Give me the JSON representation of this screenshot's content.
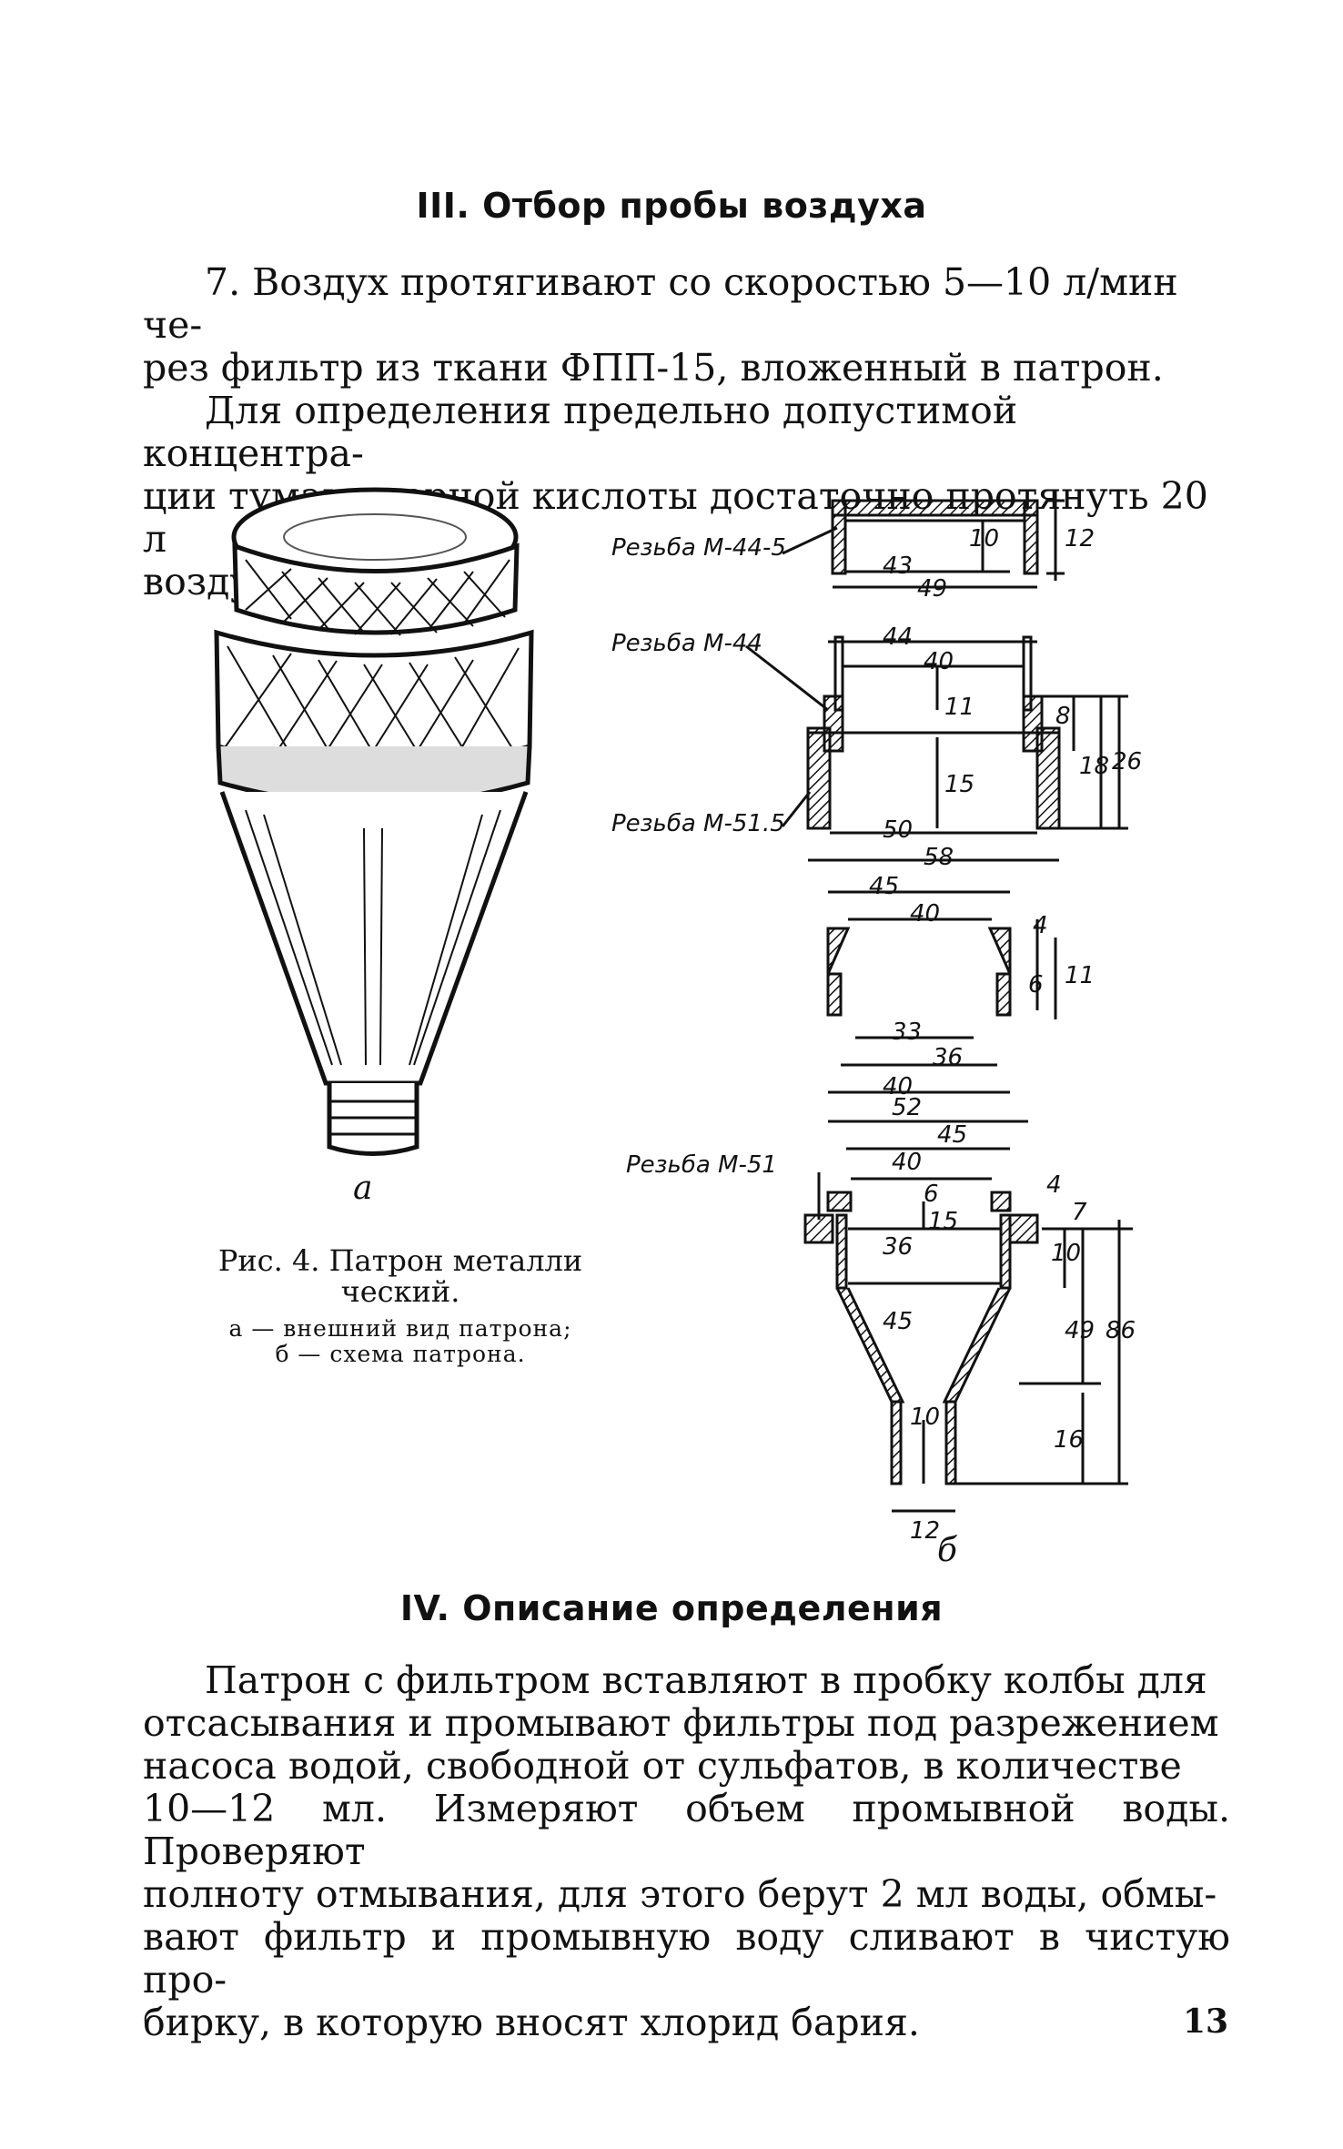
{
  "section3": {
    "heading": "III. Отбор пробы воздуха",
    "p1_line1": "7. Воздух протягивают со скоростью 5—10 л/мин че-",
    "p1_line2": "рез фильтр из ткани ФПП-15, вложенный в патрон.",
    "p2_line1": "Для определения предельно допустимой концентра-",
    "p2_line2": "ции тумана серной кислоты достаточно протянуть 20 л",
    "p2_line3": "воздуха."
  },
  "figure": {
    "label_a": "а",
    "label_b": "б",
    "caption_line1": "Рис. 4. Патрон металли",
    "caption_line2": "ческий.",
    "legend_line1": "а — внешний вид патрона;",
    "legend_line2": "б — схема патрона.",
    "thread_labels": [
      "Резьба М-44-5",
      "Резьба М-44",
      "Резьба М-51.5",
      "Резьба М-51"
    ],
    "dims": {
      "part1": [
        "43",
        "49",
        "10",
        "12"
      ],
      "part2": [
        "44",
        "40",
        "11",
        "8",
        "18",
        "26",
        "15",
        "50",
        "58"
      ],
      "part3": [
        "45",
        "40",
        "4",
        "6",
        "11",
        "33",
        "36",
        "40"
      ],
      "part4": [
        "52",
        "45",
        "40",
        "4",
        "6",
        "15",
        "36",
        "7",
        "10",
        "45",
        "49",
        "86",
        "10",
        "16",
        "12"
      ]
    }
  },
  "section4": {
    "heading": "IV. Описание определения",
    "lines": [
      "Патрон с фильтром вставляют в пробку колбы для",
      "отсасывания и промывают фильтры под разрежением",
      "насоса водой, свободной от сульфатов, в количестве",
      "10—12 мл. Измеряют объем промывной воды. Проверяют",
      "полноту отмывания, для этого берут 2 мл воды, обмы-",
      "вают фильтр и промывную воду сливают в чистую про-",
      "бирку, в которую вносят хлорид бария."
    ]
  },
  "page_number": "13"
}
